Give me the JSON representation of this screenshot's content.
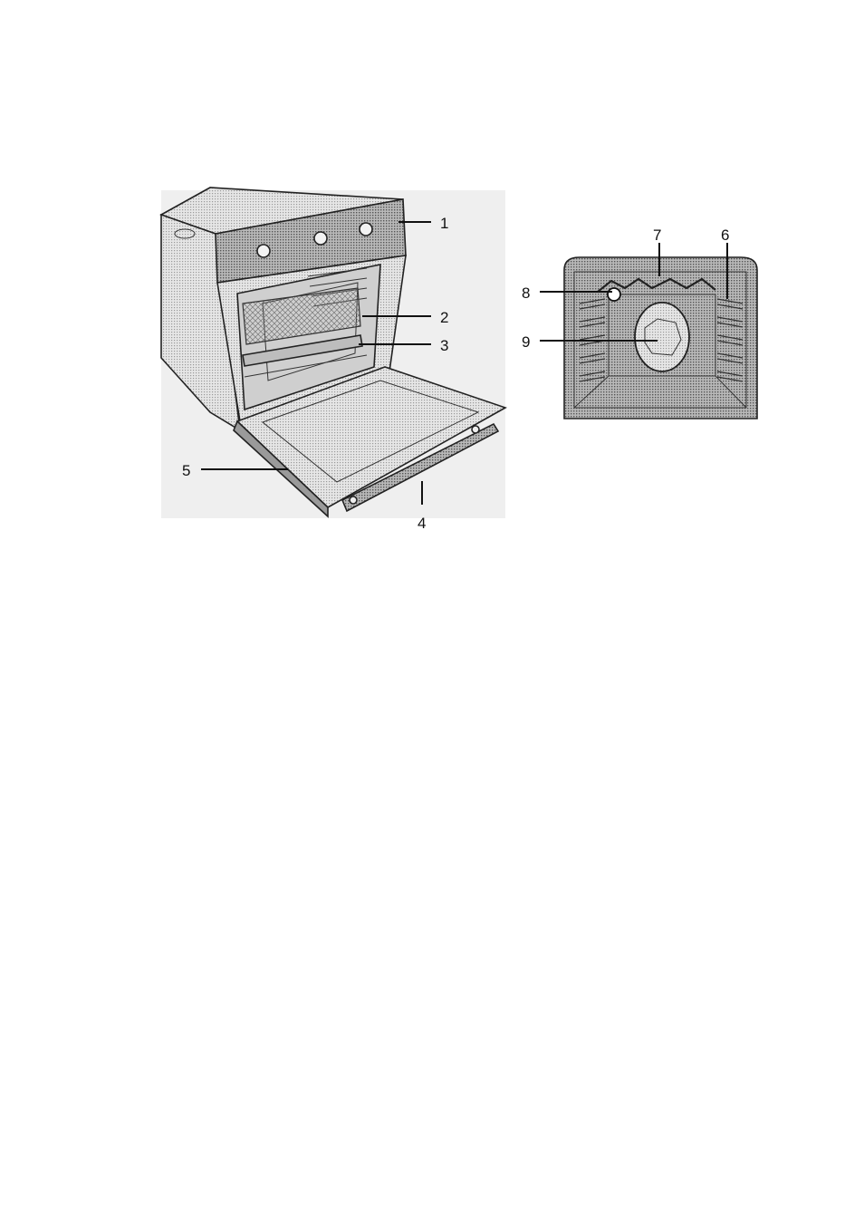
{
  "figure": {
    "title": "",
    "views": [
      "oven-front-view",
      "oven-cavity-view"
    ]
  },
  "callouts": {
    "c1": "1",
    "c2": "2",
    "c3": "3",
    "c4": "4",
    "c5": "5",
    "c6": "6",
    "c7": "7",
    "c8": "8",
    "c9": "9"
  },
  "colors": {
    "shade_light": "#d9d9d9",
    "shade_mid": "#bcbcbc",
    "shade_dark": "#8f8f8f",
    "line": "#222222"
  }
}
